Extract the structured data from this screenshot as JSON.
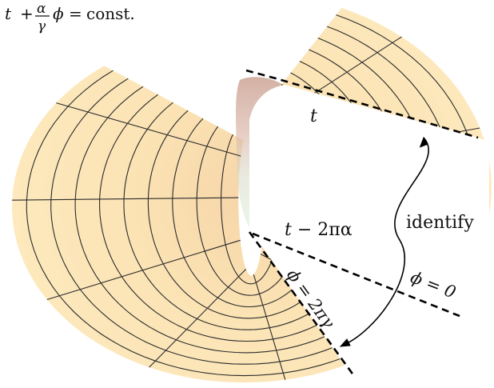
{
  "formula": {
    "t": "t",
    "plus": "+",
    "alpha": "α",
    "gamma": "γ",
    "phi": "ϕ",
    "eq": "=",
    "const": "const."
  },
  "labels": {
    "t_top": "t",
    "t_lower_var": "t",
    "t_lower_rest": " − 2πα",
    "identify": "identify",
    "phi_zero": "ϕ = 0",
    "phi_two_pi_gamma": "ϕ = 2πγ"
  },
  "colors": {
    "surface": "#fbe6b6",
    "surface_deep": "#f7d49a",
    "throat_warm": "#c9a18f",
    "throat_cool": "#cfe6cf",
    "mesh": "#2b2b2b",
    "edge": "#000000"
  }
}
